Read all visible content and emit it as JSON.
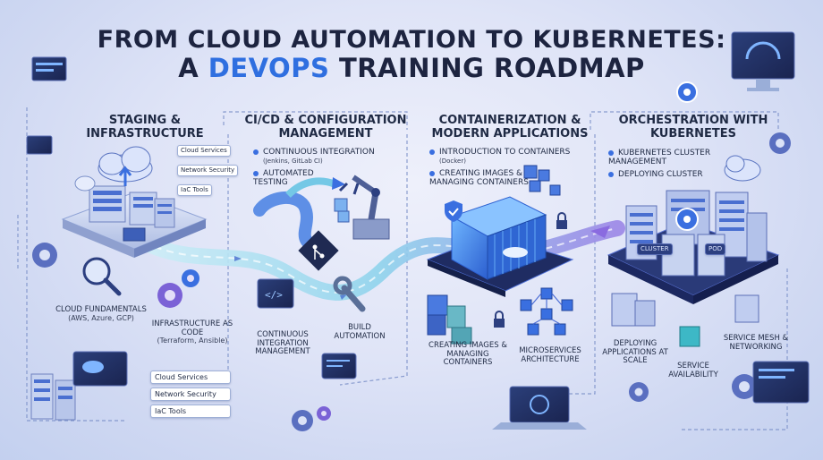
{
  "title": {
    "line1": "FROM CLOUD AUTOMATION TO KUBERNETES:",
    "line2_before": "A ",
    "line2_highlight": "DEVOPS",
    "line2_after": " TRAINING ROADMAP"
  },
  "colors": {
    "highlight": "#2f6fe0",
    "path": "#8cd3ea",
    "server": "#9aaed8",
    "container": "#3b82e0",
    "accent_purple": "#7b5fd9"
  },
  "stages": [
    {
      "heading": "STAGING & INFRASTRUCTURE",
      "tags_upper": [
        "Cloud Services",
        "Network Security",
        "IaC Tools"
      ],
      "left_label": "CLOUD FUNDAMENTALS",
      "left_sub": "(AWS, Azure, GCP)",
      "right_label": "INFRASTRUCTURE AS CODE",
      "right_sub": "(Terraform, Ansible)",
      "tags_lower": [
        "Cloud Services",
        "Network Security",
        "IaC Tools"
      ]
    },
    {
      "heading": "CI/CD & CONFIGURATION MANAGEMENT",
      "bullet1": "CONTINUOUS INTEGRATION",
      "bullet1_sub": "(Jenkins, GitLab CI)",
      "bullet2": "AUTOMATED TESTING",
      "left_label": "CONTINUOUS INTEGRATION MANAGEMENT",
      "right_label": "BUILD AUTOMATION"
    },
    {
      "heading": "CONTAINERIZATION & MODERN APPLICATIONS",
      "bullet1": "INTRODUCTION TO CONTAINERS",
      "bullet1_sub": "(Docker)",
      "bullet2": "CREATING IMAGES & MANAGING CONTAINERS",
      "left_label": "CREATING IMAGES & MANAGING CONTAINERS",
      "right_label": "MICROSERVICES ARCHITECTURE"
    },
    {
      "heading": "ORCHESTRATION WITH KUBERNETES",
      "bullet1": "KUBERNETES CLUSTER MANAGEMENT",
      "bullet2": "DEPLOYING CLUSTER",
      "cluster_tag1": "CLUSTER",
      "cluster_tag2": "POD",
      "label_deploy": "DEPLOYING APPLICATIONS AT SCALE",
      "label_avail": "SERVICE AVAILABILITY",
      "label_mesh": "SERVICE MESH & NETWORKING"
    }
  ],
  "icons": [
    "cloud-icon",
    "server-rack-icon",
    "magnifier-icon",
    "gear-icon",
    "code-window-icon",
    "wrench-icon",
    "git-icon",
    "robot-arm-icon",
    "shipping-container-icon",
    "cube-icon",
    "shield-icon",
    "lock-icon",
    "kubernetes-wheel-icon",
    "monitor-icon",
    "laptop-icon"
  ]
}
